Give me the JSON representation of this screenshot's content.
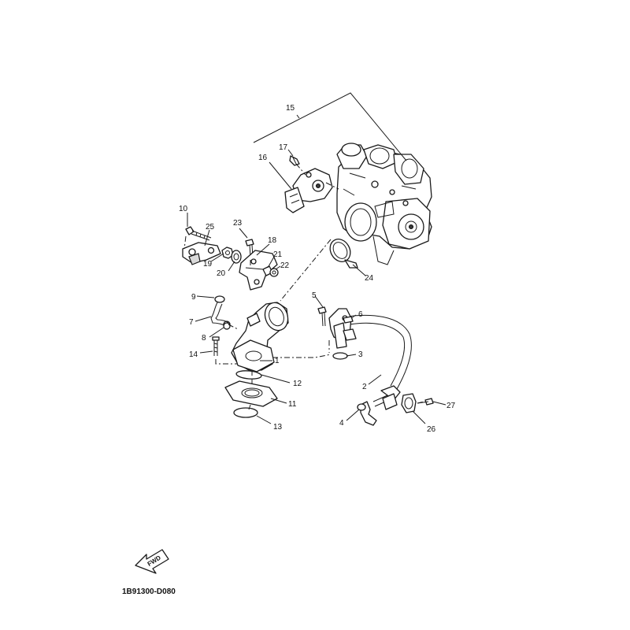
{
  "diagram": {
    "document_code": "1B91300-D080",
    "direction_label": "FWD",
    "callouts": {
      "c1": "1",
      "c2": "2",
      "c3": "3",
      "c4": "4",
      "c5": "5",
      "c6": "6",
      "c7": "7",
      "c8": "8",
      "c9": "9",
      "c10": "10",
      "c11": "11",
      "c12": "12",
      "c13": "13",
      "c14": "14",
      "c15": "15",
      "c16": "16",
      "c17": "17",
      "c18": "18",
      "c19": "19",
      "c20": "20",
      "c21": "21",
      "c22": "22",
      "c23": "23",
      "c24": "24",
      "c25": "25",
      "c26": "26",
      "c27": "27"
    }
  }
}
